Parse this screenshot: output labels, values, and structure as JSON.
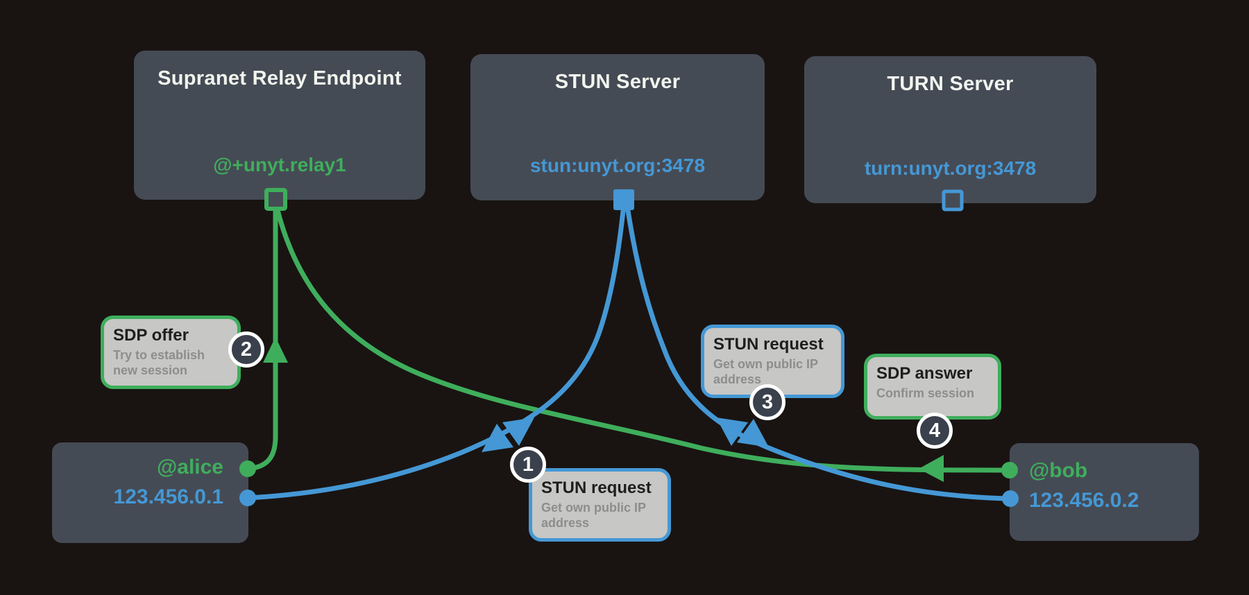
{
  "colors": {
    "background": "#191412",
    "green": "#3fae5c",
    "blue": "#4598d5",
    "node_bg": "#454b55",
    "node_title": "#f2f5ee",
    "label_bg": "#c7c7c5",
    "label_title": "#1e1e1c",
    "label_subtitle": "#8d8d8b",
    "badge_bg": "#3a414c",
    "badge_ring": "#ffffff"
  },
  "nodes": {
    "relay": {
      "title": "Supranet Relay Endpoint",
      "address": "@+unyt.relay1"
    },
    "stun": {
      "title": "STUN Server",
      "address": "stun:unyt.org:3478"
    },
    "turn": {
      "title": "TURN Server",
      "address": "turn:unyt.org:3478"
    }
  },
  "peers": {
    "alice": {
      "name": "@alice",
      "ip": "123.456.0.1"
    },
    "bob": {
      "name": "@bob",
      "ip": "123.456.0.2"
    }
  },
  "steps": {
    "1": {
      "badge": "1",
      "title": "STUN request",
      "subtitle": "Get own public IP address"
    },
    "2": {
      "badge": "2",
      "title": "SDP offer",
      "subtitle": "Try to establish new session"
    },
    "3": {
      "badge": "3",
      "title": "STUN request",
      "subtitle": "Get own public IP address"
    },
    "4": {
      "badge": "4",
      "title": "SDP answer",
      "subtitle": "Confirm session"
    }
  },
  "connections": [
    {
      "step": "2",
      "from": "@alice",
      "to": "@+unyt.relay1",
      "color": "green",
      "direction": "alice-to-relay"
    },
    {
      "step": "1",
      "from": "@alice",
      "to": "stun:unyt.org:3478",
      "color": "blue",
      "direction": "bidirectional"
    },
    {
      "step": "3",
      "from": "@bob",
      "to": "stun:unyt.org:3478",
      "color": "blue",
      "direction": "bidirectional"
    },
    {
      "step": "4",
      "from": "@bob",
      "to": "@+unyt.relay1",
      "color": "green",
      "direction": "bob-to-relay"
    }
  ]
}
